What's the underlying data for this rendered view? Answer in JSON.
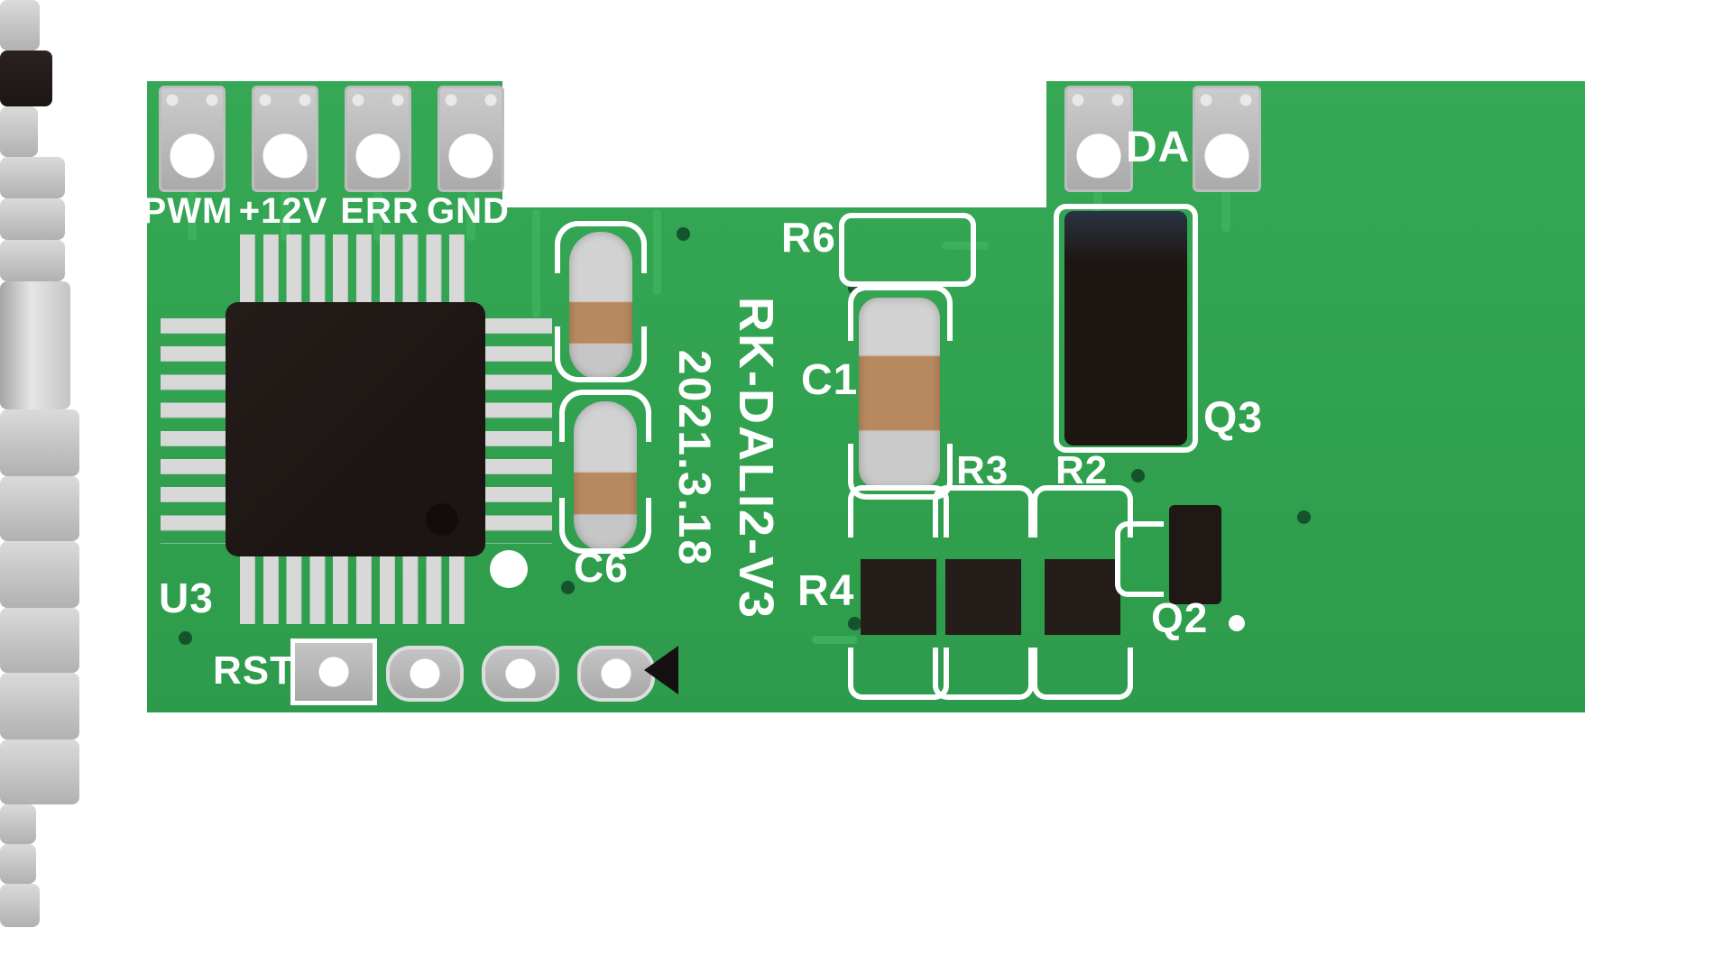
{
  "board": {
    "model_vertical": "RK-DALI2-V3",
    "date_vertical": "2021.3.18"
  },
  "connectors": {
    "left": [
      "PWM",
      "+12V",
      "ERR",
      "GND"
    ],
    "right": "DA"
  },
  "labels": {
    "u3": "U3",
    "c6": "C6",
    "c1": "C1",
    "r6": "R6",
    "r4": "R4",
    "r3": "R3",
    "r2": "R2",
    "q3": "Q3",
    "q2": "Q2",
    "rst": "RST"
  },
  "colors": {
    "background": "#ffffff",
    "pcb_green": "#2f9f4d",
    "silkscreen": "#ffffff",
    "component_black": "#221a17",
    "pad_silver": "#c6c6c6",
    "capacitor_band_tan": "#b8895e"
  }
}
